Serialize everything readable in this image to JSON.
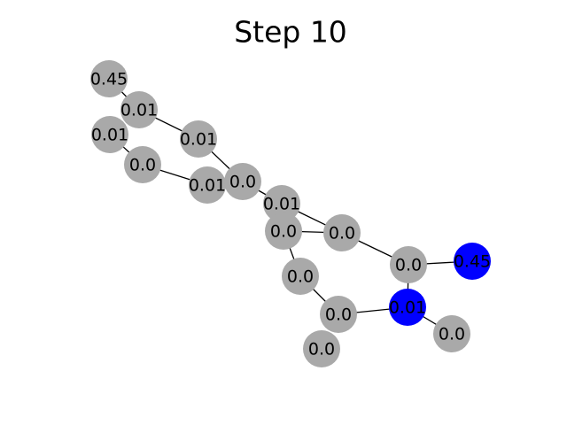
{
  "title": "Step 10",
  "colors": {
    "default_node": "#a9a9a9",
    "highlight_node": "#0000ff",
    "edge": "#000000",
    "background": "#ffffff"
  },
  "graph": {
    "nodes": [
      {
        "id": "n1",
        "label": "0.45",
        "highlight": false
      },
      {
        "id": "n2",
        "label": "0.01",
        "highlight": false
      },
      {
        "id": "n3",
        "label": "0.01",
        "highlight": false
      },
      {
        "id": "n4",
        "label": "0.01",
        "highlight": false
      },
      {
        "id": "n5",
        "label": "0.0",
        "highlight": false
      },
      {
        "id": "n6",
        "label": "0.01",
        "highlight": false
      },
      {
        "id": "n7",
        "label": "0.0",
        "highlight": false
      },
      {
        "id": "n8",
        "label": "0.01",
        "highlight": false
      },
      {
        "id": "n9",
        "label": "0.0",
        "highlight": false
      },
      {
        "id": "n10",
        "label": "0.0",
        "highlight": false
      },
      {
        "id": "n11",
        "label": "0.0",
        "highlight": false
      },
      {
        "id": "n12",
        "label": "0.45",
        "highlight": true
      },
      {
        "id": "n13",
        "label": "0.0",
        "highlight": false
      },
      {
        "id": "n14",
        "label": "0.01",
        "highlight": true
      },
      {
        "id": "n15",
        "label": "0.0",
        "highlight": false
      },
      {
        "id": "n16",
        "label": "0.0",
        "highlight": false
      },
      {
        "id": "n17",
        "label": "0.0",
        "highlight": false
      }
    ],
    "edges": [
      [
        "n1",
        "n2"
      ],
      [
        "n2",
        "n4"
      ],
      [
        "n3",
        "n5"
      ],
      [
        "n4",
        "n7"
      ],
      [
        "n5",
        "n6"
      ],
      [
        "n6",
        "n7"
      ],
      [
        "n7",
        "n8"
      ],
      [
        "n8",
        "n10"
      ],
      [
        "n9",
        "n10"
      ],
      [
        "n9",
        "n13"
      ],
      [
        "n10",
        "n11"
      ],
      [
        "n11",
        "n12"
      ],
      [
        "n11",
        "n14"
      ],
      [
        "n13",
        "n15"
      ],
      [
        "n15",
        "n14"
      ],
      [
        "n14",
        "n16"
      ]
    ]
  }
}
